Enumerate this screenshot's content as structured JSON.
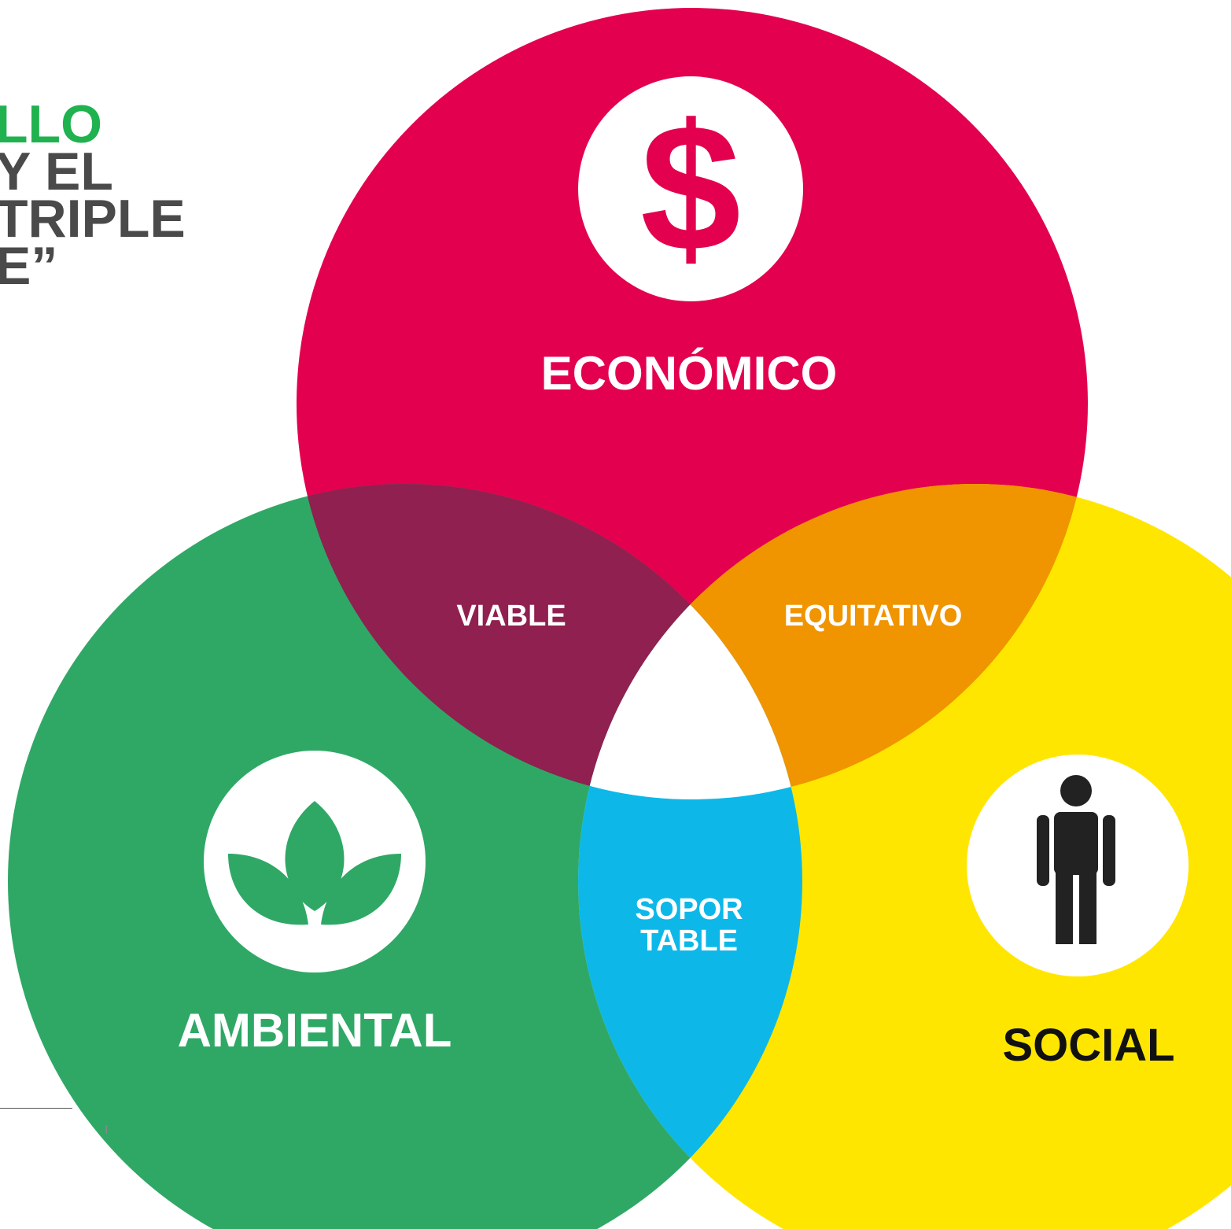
{
  "title": {
    "line1": "LLO",
    "line2": "Y EL",
    "line3": "TRIPLE",
    "line4": "E”"
  },
  "footer_fragment": "I",
  "diagram": {
    "circles": [
      {
        "label": "ECONÓMICO",
        "color": "#e3004f",
        "icon": "dollar-icon"
      },
      {
        "label": "AMBIENTAL",
        "color": "#2fa866",
        "icon": "leaf-icon"
      },
      {
        "label": "SOCIAL",
        "color": "#ffe600",
        "icon": "person-icon"
      }
    ],
    "intersections": [
      {
        "label": "VIABLE",
        "color": "#8f2050"
      },
      {
        "label": "EQUITATIVO",
        "color": "#f09400"
      },
      {
        "label_line1": "SOPOR",
        "label_line2": "TABLE",
        "color": "#0db8e9"
      }
    ],
    "center_color": "#ffffff",
    "icon_dollar_glyph": "$"
  }
}
